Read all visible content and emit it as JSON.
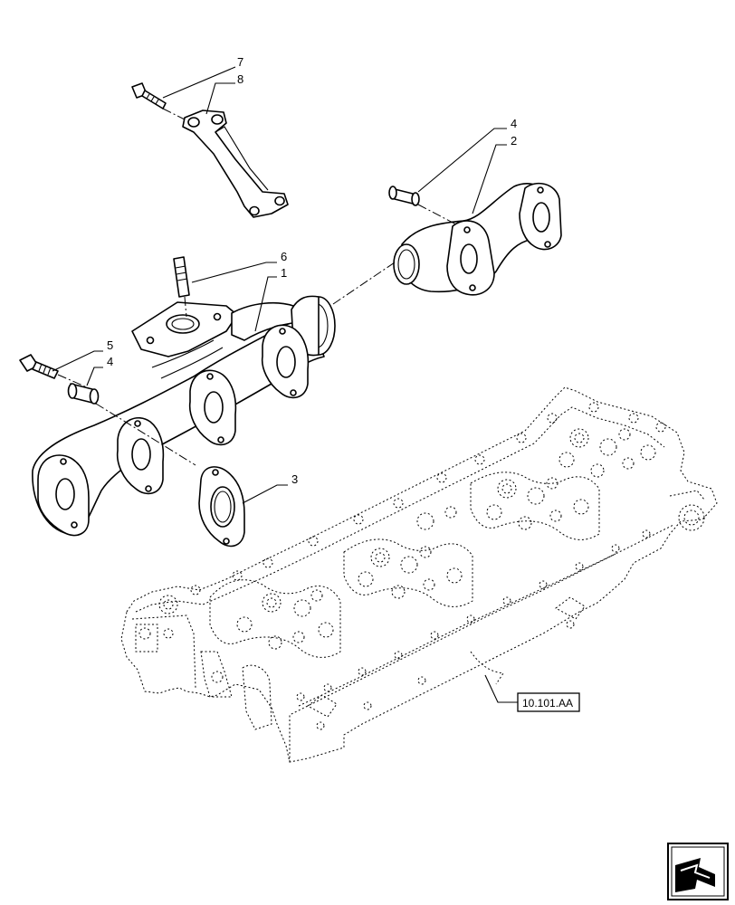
{
  "callouts": [
    {
      "id": "c7",
      "label": "7"
    },
    {
      "id": "c8",
      "label": "8"
    },
    {
      "id": "c4a",
      "label": "4"
    },
    {
      "id": "c2",
      "label": "2"
    },
    {
      "id": "c6",
      "label": "6"
    },
    {
      "id": "c1",
      "label": "1"
    },
    {
      "id": "c5",
      "label": "5"
    },
    {
      "id": "c4b",
      "label": "4"
    },
    {
      "id": "c3",
      "label": "3"
    }
  ],
  "reference": {
    "label": "10.101.AA"
  },
  "nav_icon": "next-page-arrow-icon",
  "colors": {
    "line": "#000000",
    "background": "#ffffff"
  }
}
